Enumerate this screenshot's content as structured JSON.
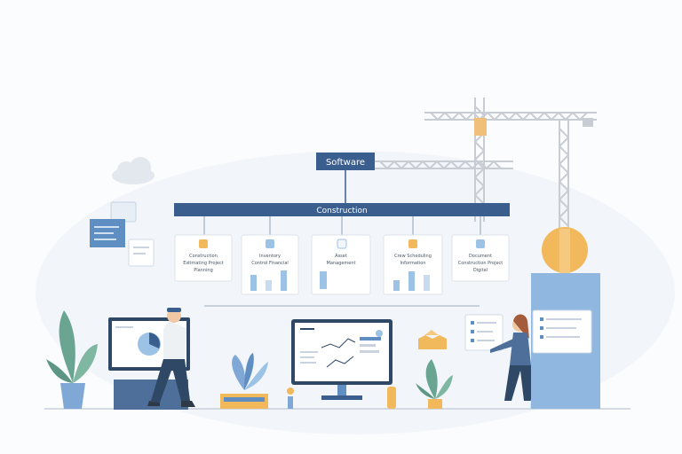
{
  "diagram": {
    "root_label": "Software",
    "bar_label": "Construction",
    "cards": [
      {
        "line1": "Construction",
        "line2": "Estimating Project",
        "line3": "Planning"
      },
      {
        "line1": "Inventory",
        "line2": "Control Financial",
        "line3": ""
      },
      {
        "line1": "Asset",
        "line2": "Management",
        "line3": ""
      },
      {
        "line1": "Crew Scheduling",
        "line2": "Information",
        "line3": ""
      },
      {
        "line1": "Document",
        "line2": "Construction Project",
        "line3": "Digital"
      }
    ]
  },
  "colors": {
    "navy": "#3a5f8e",
    "blue_light": "#9cc2e6",
    "orange": "#f2b85c",
    "green": "#6aa592",
    "grey_line": "#b9c3cf"
  },
  "icons": [
    "cloud-icon",
    "crane-icon",
    "plant-icon",
    "monitor-icon",
    "chart-icon",
    "person-icon"
  ]
}
